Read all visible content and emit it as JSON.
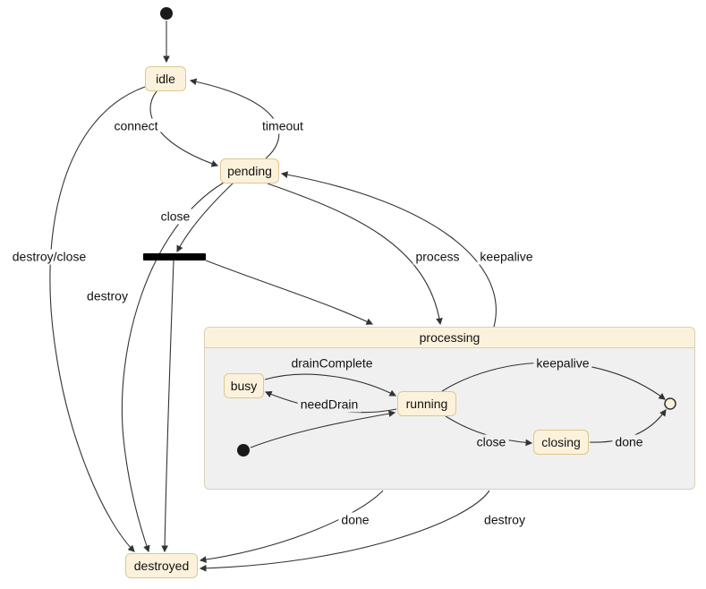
{
  "colors": {
    "state_fill": "#fcf2dc",
    "state_border": "#dbc88e",
    "composite_body": "#f0f0f0",
    "composite_border": "#d8cfb4",
    "edge_color": "#333333"
  },
  "nodes": {
    "idle": {
      "label": "idle"
    },
    "pending": {
      "label": "pending"
    },
    "destroyed": {
      "label": "destroyed"
    },
    "processing": {
      "label": "processing"
    },
    "busy": {
      "label": "busy"
    },
    "running": {
      "label": "running"
    },
    "closing": {
      "label": "closing"
    }
  },
  "edges": {
    "start_idle": {
      "from": "[*]",
      "to": "idle",
      "label": ""
    },
    "idle_pending": {
      "from": "idle",
      "to": "pending",
      "label": "connect"
    },
    "pending_idle": {
      "from": "pending",
      "to": "idle",
      "label": "timeout"
    },
    "pending_fork": {
      "from": "pending",
      "to": "fork",
      "label": "close"
    },
    "fork_processing": {
      "from": "fork",
      "to": "processing",
      "label": ""
    },
    "fork_destroyed": {
      "from": "fork",
      "to": "destroyed",
      "label": ""
    },
    "pending_processing": {
      "from": "pending",
      "to": "processing",
      "label": "process"
    },
    "processing_pending": {
      "from": "processing",
      "to": "pending",
      "label": "keepalive"
    },
    "idle_destroyed": {
      "from": "idle",
      "to": "destroyed",
      "label": "destroy/close"
    },
    "pending_destroyed": {
      "from": "pending",
      "to": "destroyed",
      "label": "destroy"
    },
    "processing_destroyed_done": {
      "from": "processing",
      "to": "destroyed",
      "label": "done"
    },
    "processing_destroyed_destroy": {
      "from": "processing",
      "to": "destroyed",
      "label": "destroy"
    },
    "inner_start_running": {
      "from": "[*]",
      "to": "running",
      "label": ""
    },
    "busy_running": {
      "from": "busy",
      "to": "running",
      "label": "drainComplete"
    },
    "running_busy": {
      "from": "running",
      "to": "busy",
      "label": "needDrain"
    },
    "running_final": {
      "from": "running",
      "to": "[*]",
      "label": "keepalive"
    },
    "running_closing": {
      "from": "running",
      "to": "closing",
      "label": "close"
    },
    "closing_final": {
      "from": "closing",
      "to": "[*]",
      "label": "done"
    }
  }
}
